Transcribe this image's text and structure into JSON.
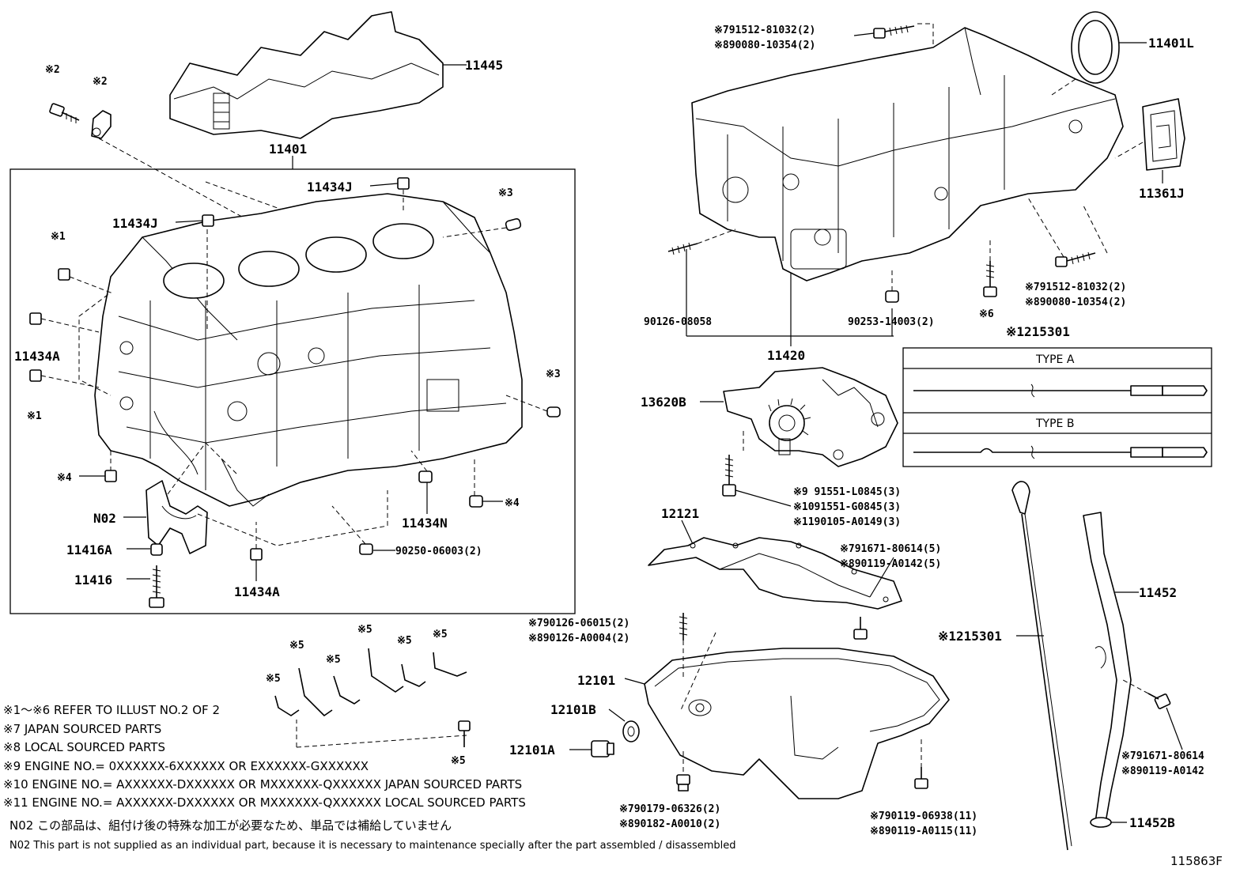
{
  "labels": {
    "l11445": "11445",
    "l11401": "11401",
    "l11434J_a": "11434J",
    "l11434J_b": "11434J",
    "l11434A_a": "11434A",
    "l11434A_b": "11434A",
    "l11434N": "11434N",
    "lN02": "N02",
    "l11416A": "11416A",
    "l11416": "11416",
    "l90250": "90250-06003(2)",
    "l11401L": "11401L",
    "l11361J": "11361J",
    "l90126": "90126-08058",
    "l90253": "90253-14003(2)",
    "l11420": "11420",
    "l13620B": "13620B",
    "l12121": "12121",
    "l12101": "12101",
    "l12101B": "12101B",
    "l12101A": "12101A",
    "l15301_box": "※1215301",
    "l15301_gauge": "※1215301",
    "l11452": "11452",
    "l11452B": "11452B",
    "bolt_top_1": "※791512-81032(2)",
    "bolt_top_2": "※890080-10354(2)",
    "bolt_right_1": "※791512-81032(2)",
    "bolt_right_2": "※890080-10354(2)",
    "pump_bolt_1": "※9  91551-L0845(3)",
    "pump_bolt_2": "※1091551-G0845(3)",
    "pump_bolt_3": "※1190105-A0149(3)",
    "baffle_bolt_1": "※791671-80614(5)",
    "baffle_bolt_2": "※890119-A0142(5)",
    "stud_1": "※790126-06015(2)",
    "stud_2": "※890126-A0004(2)",
    "pan_nut_1": "※790179-06326(2)",
    "pan_nut_2": "※890182-A0010(2)",
    "pan_bolt_1": "※790119-06938(11)",
    "pan_bolt_2": "※890119-A0115(11)",
    "tube_bolt_1": "※791671-80614",
    "tube_bolt_2": "※890119-A0142",
    "mark_x6": "※6",
    "mark_x1a": "※1",
    "mark_x1b": "※1",
    "mark_x2a": "※2",
    "mark_x2b": "※2",
    "mark_x3a": "※3",
    "mark_x3b": "※3",
    "mark_x4a": "※4",
    "mark_x4b": "※4",
    "mark_x5": "※5",
    "type_a": "TYPE A",
    "type_b": "TYPE B",
    "ref_no": "115863F"
  },
  "notes": [
    "※1～※6  REFER TO ILLUST NO.2 OF 2",
    "※7 JAPAN SOURCED PARTS",
    "※8 LOCAL SOURCED PARTS",
    "※9   ENGINE NO.= 0XXXXXX-6XXXXXX OR EXXXXXX-GXXXXXX",
    "※10 ENGINE NO.= AXXXXXX-DXXXXXX OR MXXXXXX-QXXXXXX JAPAN SOURCED PARTS",
    "※11 ENGINE NO.= AXXXXXX-DXXXXXX OR MXXXXXX-QXXXXXX LOCAL SOURCED PARTS",
    "N02  この部品は、組付け後の特殊な加工が必要なため、単品では補給していません",
    "N02  This part is not supplied as an individual part, because it is necessary to maintenance specially after the part assembled / disassembled"
  ]
}
